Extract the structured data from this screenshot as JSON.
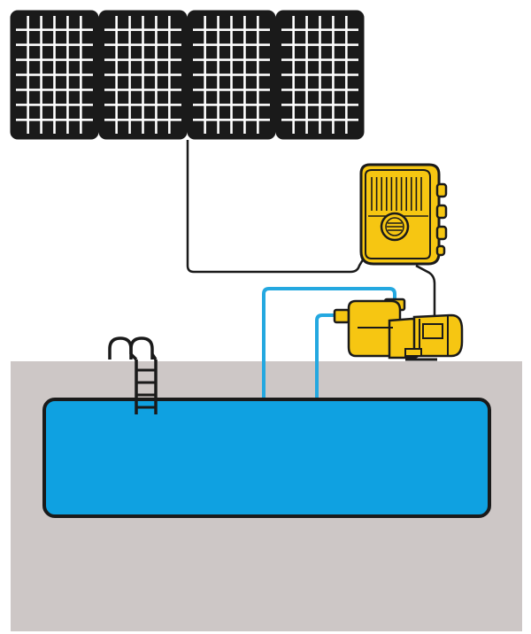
{
  "colors": {
    "background": "#ffffff",
    "ground": "#cdc7c6",
    "pool_water": "#0fa1e1",
    "outline": "#1a1a1a",
    "solar_cell": "#1a1a1a",
    "solar_gap": "#ffffff",
    "device_yellow": "#f6c612",
    "pipe_blue": "#24a8e0",
    "wire": "#1a1a1a"
  },
  "components": {
    "solar_panels": {
      "count": 4,
      "cells_per_row": 6,
      "cell_rows": 8
    },
    "controller": {
      "icon": "pump-controller-icon"
    },
    "pump": {
      "icon": "pool-pump-icon"
    },
    "pool": {
      "icon": "swimming-pool-icon"
    },
    "ladder": {
      "icon": "pool-ladder-icon"
    }
  }
}
